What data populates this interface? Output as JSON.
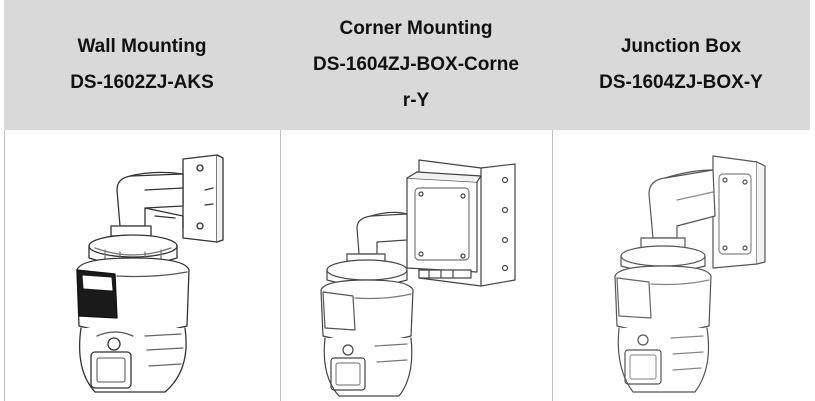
{
  "table": {
    "columns": [
      {
        "title": "Wall Mounting",
        "model": "DS-1602ZJ-AKS"
      },
      {
        "title": "Corner Mounting",
        "model": "DS-1604ZJ-BOX-Corner-Y",
        "model_line1": "DS-1604ZJ-BOX-Corne",
        "model_line2": "r-Y"
      },
      {
        "title": "Junction Box",
        "model": "DS-1604ZJ-BOX-Y"
      }
    ]
  }
}
